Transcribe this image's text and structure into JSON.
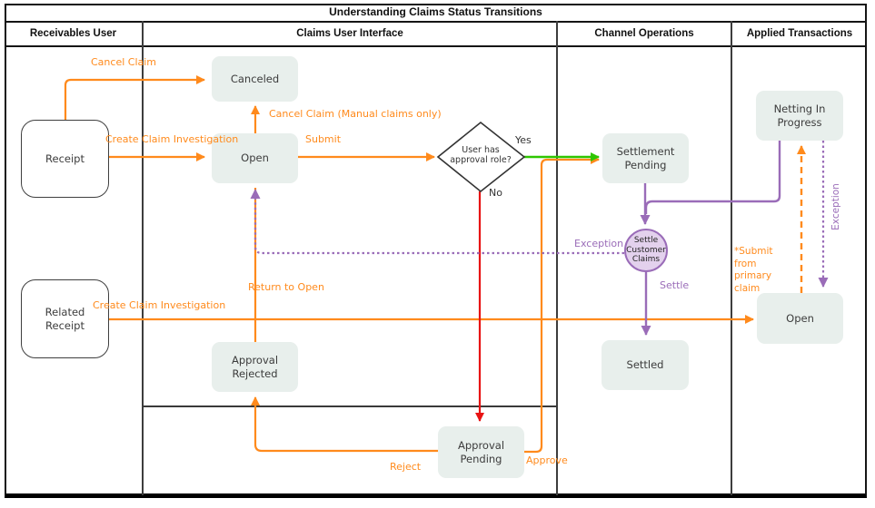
{
  "title": "Understanding Claims Status Transitions",
  "lanes": [
    "Receivables User",
    "Claims User Interface",
    "Channel Operations",
    "Applied Transactions"
  ],
  "nodes": {
    "receipt": "Receipt",
    "related_receipt": "Related Receipt",
    "canceled": "Canceled",
    "open_claims": "Open",
    "approval_rejected": "Approval Rejected",
    "approval_pending": "Approval Pending",
    "settlement_pending": "Settlement Pending",
    "settled": "Settled",
    "netting_in_progress": "Netting In Progress",
    "open_applied": "Open",
    "settle_customer_claims": "Settle Customer Claims",
    "decision": "User has approval role?"
  },
  "edge_labels": {
    "cancel_claim": "Cancel Claim",
    "create_claim_investigation_1": "Create Claim Investigation",
    "cancel_claim_manual": "Cancel Claim (Manual claims only)",
    "submit": "Submit",
    "yes": "Yes",
    "no": "No",
    "return_to_open": "Return to Open",
    "reject": "Reject",
    "approve": "Approve",
    "create_claim_investigation_2": "Create Claim Investigation",
    "exception_left": "Exception",
    "settle": "Settle",
    "submit_primary": "*Submit from primary claim",
    "exception_right": "Exception"
  },
  "colors": {
    "orange": "#ff8a1c",
    "green": "#2ec600",
    "red": "#e81313",
    "purple": "#9a6cb8",
    "node_fill": "#e8efec",
    "circle_fill": "#e3d1ed",
    "lane_border": "#3d3d3d",
    "frame_border": "#151515"
  }
}
